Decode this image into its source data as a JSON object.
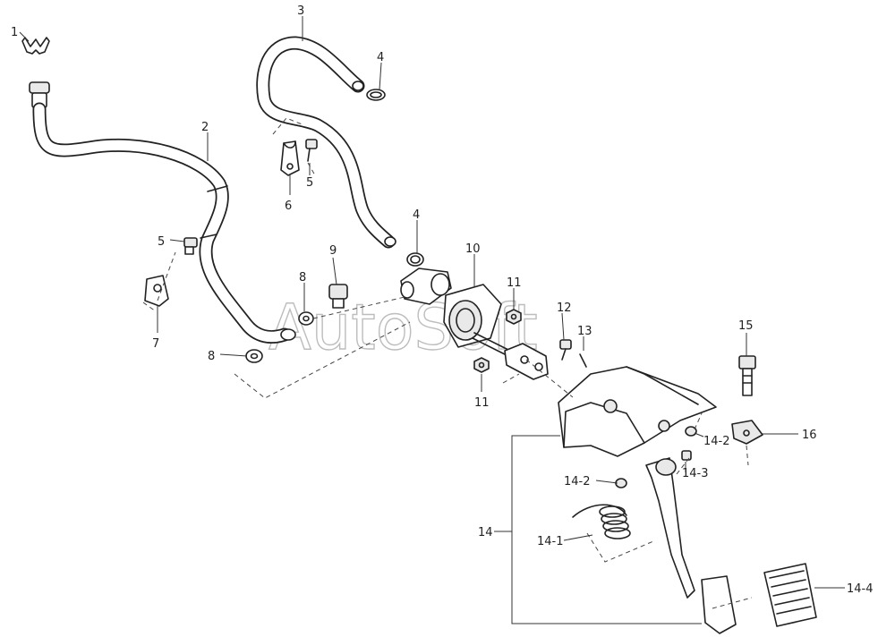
{
  "watermark": "AutoSoft",
  "callouts": [
    "1",
    "2",
    "3",
    "4",
    "4",
    "5",
    "5",
    "6",
    "7",
    "8",
    "8",
    "9",
    "10",
    "11",
    "11",
    "12",
    "13",
    "14",
    "14-1",
    "14-2",
    "14-2",
    "14-3",
    "14-4",
    "15",
    "16"
  ]
}
